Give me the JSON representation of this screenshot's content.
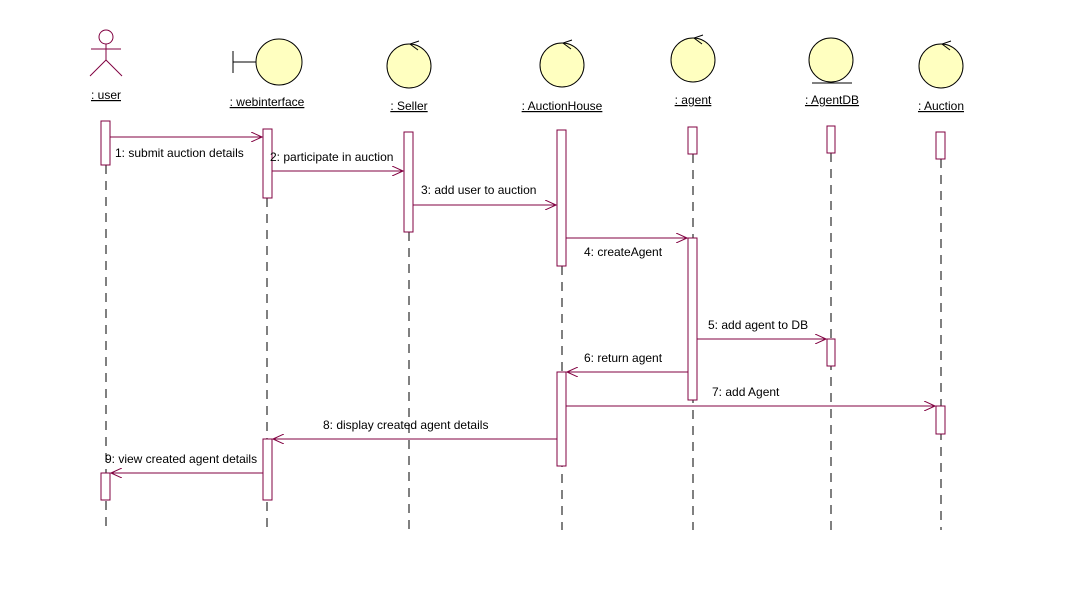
{
  "participants": [
    {
      "id": "user",
      "label": ": user",
      "kind": "actor"
    },
    {
      "id": "webinterface",
      "label": ": webinterface",
      "kind": "boundary"
    },
    {
      "id": "seller",
      "label": ": Seller",
      "kind": "control"
    },
    {
      "id": "auctionhouse",
      "label": ": AuctionHouse",
      "kind": "control"
    },
    {
      "id": "agent",
      "label": ": agent",
      "kind": "control"
    },
    {
      "id": "agentdb",
      "label": ": AgentDB",
      "kind": "entity"
    },
    {
      "id": "auction",
      "label": ": Auction",
      "kind": "control"
    }
  ],
  "messages": [
    {
      "label": "1: submit auction details",
      "from": "user",
      "to": "webinterface"
    },
    {
      "label": "2: participate in auction",
      "from": "webinterface",
      "to": "seller"
    },
    {
      "label": "3: add user to auction",
      "from": "seller",
      "to": "auctionhouse"
    },
    {
      "label": "4: createAgent",
      "from": "auctionhouse",
      "to": "agent"
    },
    {
      "label": "5: add agent to DB",
      "from": "agent",
      "to": "agentdb"
    },
    {
      "label": "6: return agent",
      "from": "agent",
      "to": "auctionhouse"
    },
    {
      "label": "7: add Agent",
      "from": "auctionhouse",
      "to": "auction"
    },
    {
      "label": "8: display created agent details",
      "from": "auctionhouse",
      "to": "webinterface"
    },
    {
      "label": "9: view created agent details",
      "from": "webinterface",
      "to": "user"
    }
  ],
  "colors": {
    "object_fill": "#ffffc0",
    "message_line": "#800040"
  }
}
